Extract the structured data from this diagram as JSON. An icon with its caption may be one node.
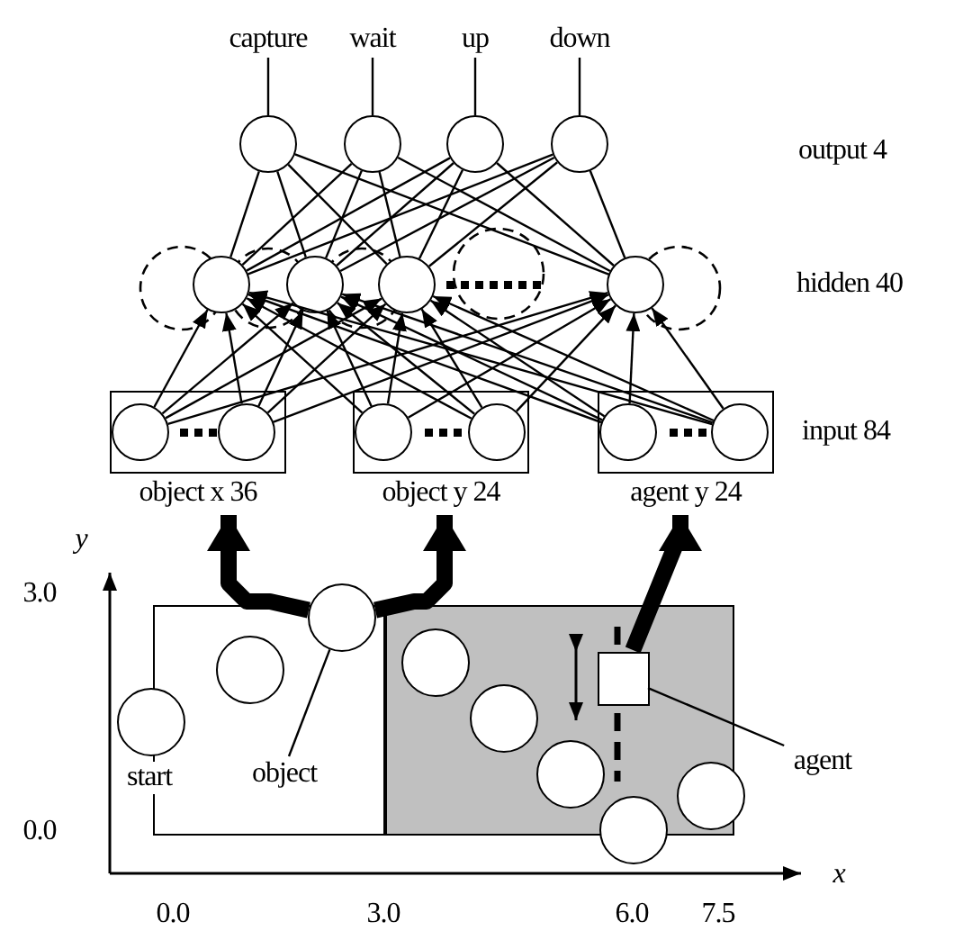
{
  "diagram": {
    "nodes": [
      {
        "text": [
          "capture"
        ]
      },
      {
        "text": [
          "wait"
        ]
      },
      {
        "text": [
          "up"
        ]
      },
      {
        "text": [
          "down"
        ]
      },
      {
        "text": [],
        "shape": "circle"
      },
      {
        "text": [],
        "shape": "circle"
      },
      {
        "text": [],
        "shape": "circle"
      },
      {
        "text": [],
        "shape": "circle"
      },
      {
        "text": [],
        "shape": "circle"
      },
      {
        "text": [],
        "shape": "circle"
      },
      {
        "text": [],
        "shape": "circle"
      },
      {
        "text": [],
        "shape": "circle"
      },
      {
        "text": [
          "object x 36"
        ]
      },
      {
        "text": [
          "object y 24"
        ]
      },
      {
        "text": [
          "agent y 24"
        ]
      },
      {
        "text": [],
        "shape": "circle",
        "in": 12
      },
      {
        "text": [],
        "shape": "circle",
        "in": 12
      },
      {
        "text": [],
        "shape": "circle",
        "in": 13
      },
      {
        "text": [],
        "shape": "circle",
        "in": 13
      },
      {
        "text": [],
        "shape": "circle",
        "in": 14
      },
      {
        "text": [],
        "shape": "circle",
        "in": 14
      },
      {
        "text": [],
        "shape": "box"
      },
      {
        "text": [],
        "shape": "box"
      },
      {
        "text": [],
        "shape": "circle",
        "beside": [
          "start"
        ]
      },
      {
        "text": [],
        "shape": "circle",
        "in": 21
      },
      {
        "text": [],
        "shape": "circle"
      },
      {
        "text": [],
        "shape": "circle",
        "in": 22
      },
      {
        "text": [],
        "shape": "circle",
        "in": 22
      },
      {
        "text": [],
        "shape": "circle",
        "in": 22
      },
      {
        "text": [],
        "shape": "circle"
      },
      {
        "text": [],
        "shape": "circle"
      },
      {
        "text": [],
        "shape": "box",
        "in": 22
      },
      {
        "text": [
          "object"
        ],
        "in": 21
      },
      {
        "text": [
          "agent"
        ]
      }
    ],
    "edges": [
      {
        "from": 0,
        "to": 4,
        "arrow": "none"
      },
      {
        "from": 1,
        "to": 5,
        "arrow": "none"
      },
      {
        "from": 2,
        "to": 6,
        "arrow": "none"
      },
      {
        "from": 3,
        "to": 7,
        "arrow": "none"
      },
      {
        "from": 4,
        "to": 8,
        "arrow": "none"
      },
      {
        "from": 4,
        "to": 9,
        "arrow": "none"
      },
      {
        "from": 4,
        "to": 10,
        "arrow": "none"
      },
      {
        "from": 4,
        "to": 11,
        "arrow": "none"
      },
      {
        "from": 5,
        "to": 8,
        "arrow": "none"
      },
      {
        "from": 5,
        "to": 9,
        "arrow": "none"
      },
      {
        "from": 5,
        "to": 10,
        "arrow": "none"
      },
      {
        "from": 5,
        "to": 11,
        "arrow": "none"
      },
      {
        "from": 6,
        "to": 8,
        "arrow": "none"
      },
      {
        "from": 6,
        "to": 9,
        "arrow": "none"
      },
      {
        "from": 6,
        "to": 10,
        "arrow": "none"
      },
      {
        "from": 6,
        "to": 11,
        "arrow": "none"
      },
      {
        "from": 7,
        "to": 8,
        "arrow": "none"
      },
      {
        "from": 7,
        "to": 9,
        "arrow": "none"
      },
      {
        "from": 7,
        "to": 10,
        "arrow": "none"
      },
      {
        "from": 7,
        "to": 11,
        "arrow": "none"
      },
      {
        "from": 15,
        "to": 8,
        "arrow": "to"
      },
      {
        "from": 15,
        "to": 9,
        "arrow": "to"
      },
      {
        "from": 15,
        "to": 10,
        "arrow": "to"
      },
      {
        "from": 15,
        "to": 11,
        "arrow": "to"
      },
      {
        "from": 16,
        "to": 8,
        "arrow": "to"
      },
      {
        "from": 16,
        "to": 9,
        "arrow": "to"
      },
      {
        "from": 16,
        "to": 10,
        "arrow": "to"
      },
      {
        "from": 16,
        "to": 11,
        "arrow": "to"
      },
      {
        "from": 17,
        "to": 8,
        "arrow": "to"
      },
      {
        "from": 17,
        "to": 9,
        "arrow": "to"
      },
      {
        "from": 17,
        "to": 10,
        "arrow": "to"
      },
      {
        "from": 17,
        "to": 11,
        "arrow": "to"
      },
      {
        "from": 18,
        "to": 8,
        "arrow": "to"
      },
      {
        "from": 18,
        "to": 9,
        "arrow": "to"
      },
      {
        "from": 18,
        "to": 10,
        "arrow": "to"
      },
      {
        "from": 18,
        "to": 11,
        "arrow": "to"
      },
      {
        "from": 19,
        "to": 8,
        "arrow": "to"
      },
      {
        "from": 19,
        "to": 9,
        "arrow": "to"
      },
      {
        "from": 19,
        "to": 10,
        "arrow": "to"
      },
      {
        "from": 19,
        "to": 11,
        "arrow": "to"
      },
      {
        "from": 20,
        "to": 8,
        "arrow": "to"
      },
      {
        "from": 20,
        "to": 9,
        "arrow": "to"
      },
      {
        "from": 20,
        "to": 10,
        "arrow": "to"
      },
      {
        "from": 20,
        "to": 11,
        "arrow": "to"
      },
      {
        "from": 25,
        "to": 12,
        "arrow": "to",
        "style": "thick"
      },
      {
        "from": 25,
        "to": 13,
        "arrow": "to",
        "style": "thick"
      },
      {
        "from": 31,
        "to": 14,
        "arrow": "to",
        "style": "thick"
      },
      {
        "from": 32,
        "to": 25,
        "arrow": "none"
      },
      {
        "from": 33,
        "to": 31,
        "arrow": "none"
      }
    ],
    "labels": [
      "output 4",
      "hidden 40",
      "input 84",
      "y",
      "3.0",
      "0.0",
      "x",
      "0.0",
      "3.0",
      "6.0",
      "7.5"
    ]
  }
}
